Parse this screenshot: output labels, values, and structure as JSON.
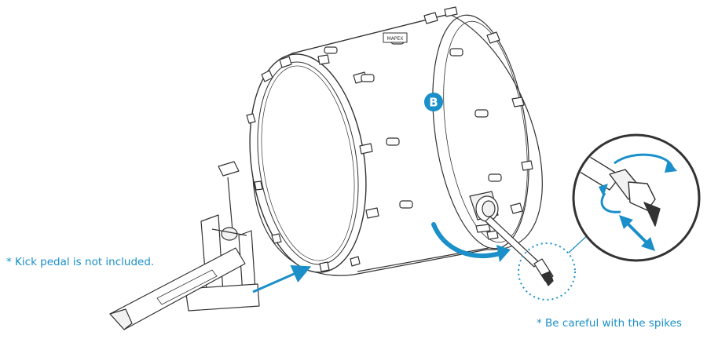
{
  "diagram": {
    "callout_letter": "B",
    "badge_text": "MAPEX",
    "notes": {
      "pedal": "* Kick pedal is not included.",
      "spikes": "* Be careful with the spikes"
    }
  },
  "colors": {
    "accent": "#1a8fc9",
    "line": "#333333",
    "fill": "#ffffff",
    "shade": "#f2f2f2"
  },
  "icons": {
    "rotate_arrow": "curved-arrow-icon",
    "twist": "rotation-arrows-icon",
    "extend": "double-arrow-icon"
  }
}
